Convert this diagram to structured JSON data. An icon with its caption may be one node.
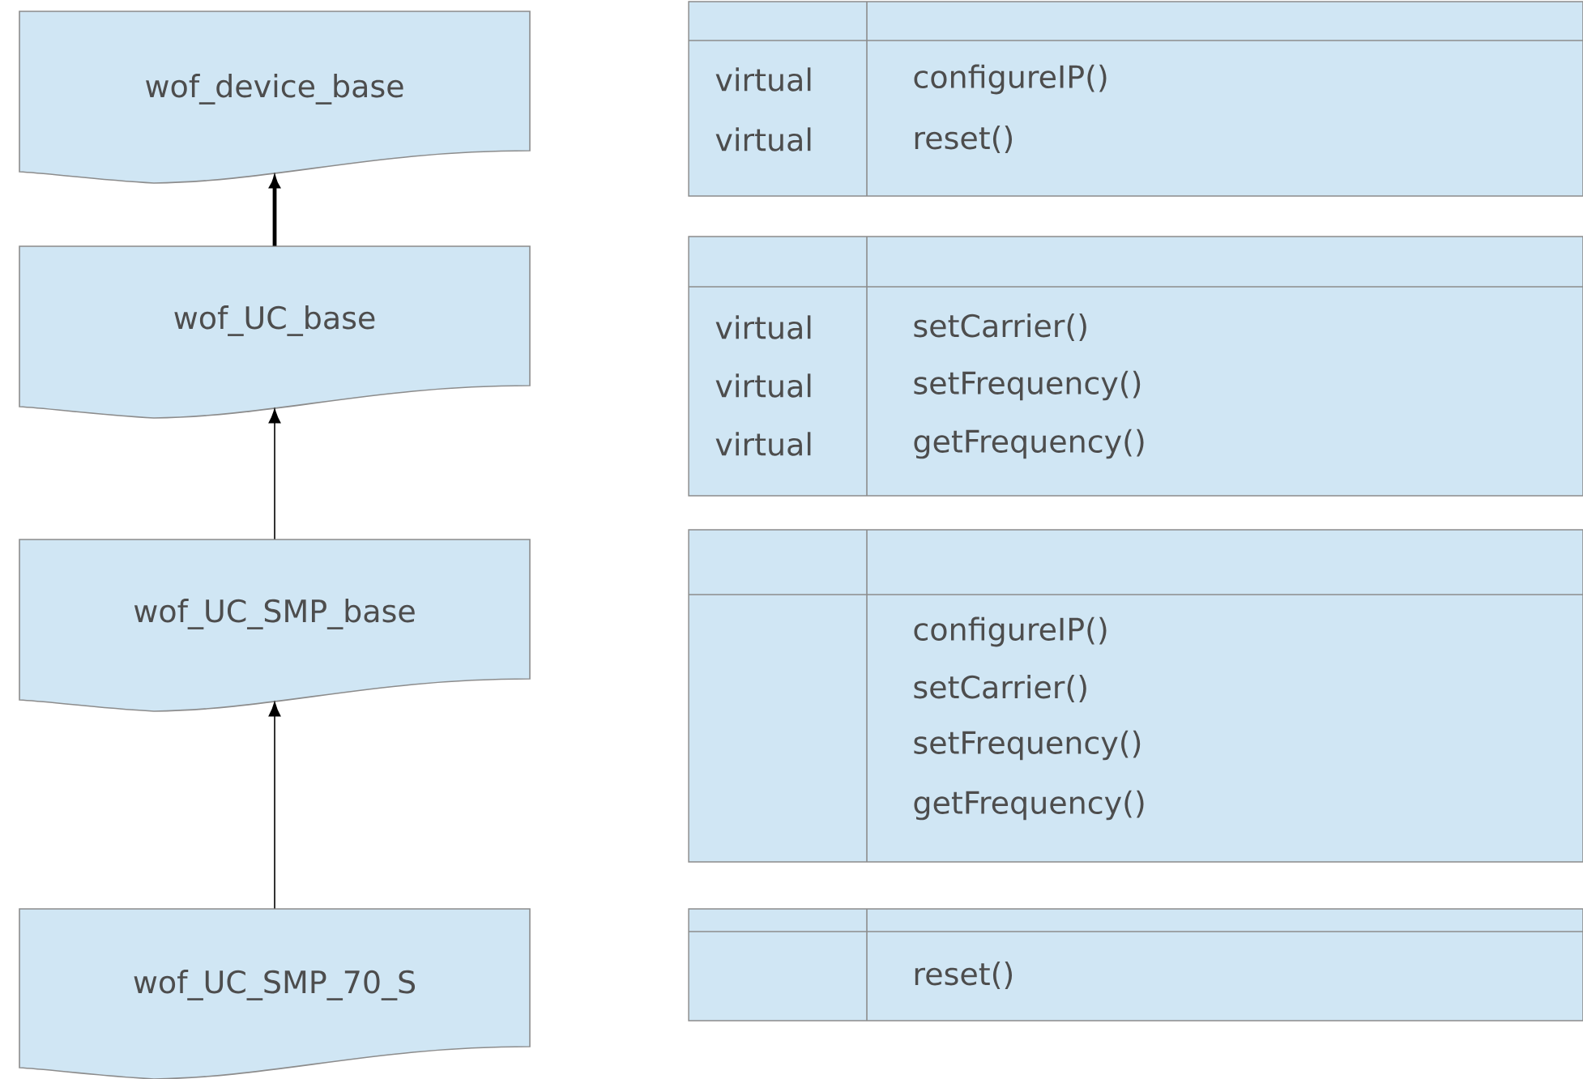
{
  "diagram": {
    "nodes": [
      {
        "text": [
          "wof_device_base"
        ]
      },
      {
        "text": [
          "wof_UC_base"
        ]
      },
      {
        "text": [
          "wof_UC_SMP_base"
        ]
      },
      {
        "text": [
          "wof_UC_SMP_70_S"
        ]
      },
      {
        "text": [
          "virtual",
          "configureIP()",
          "virtual",
          "reset()"
        ]
      },
      {
        "text": [
          "virtual",
          "setCarrier()",
          "virtual",
          "setFrequency()",
          "virtual",
          "getFrequency()"
        ]
      },
      {
        "text": [
          "configureIP()",
          "setCarrier()",
          "setFrequency()",
          "getFrequency()"
        ]
      },
      {
        "text": [
          "reset()"
        ]
      }
    ],
    "edges": [
      {
        "from": 1,
        "to": 0,
        "arrow": "to",
        "style": "thick"
      },
      {
        "from": 2,
        "to": 1,
        "arrow": "to"
      },
      {
        "from": 3,
        "to": 2,
        "arrow": "to"
      }
    ]
  }
}
